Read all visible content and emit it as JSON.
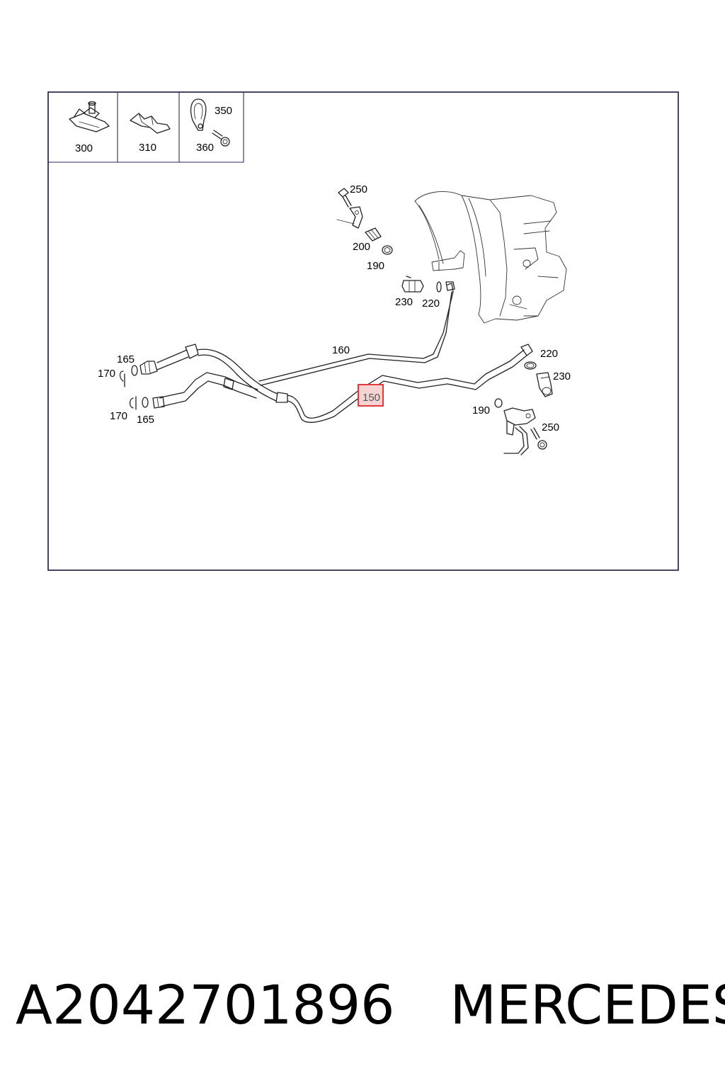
{
  "inset_parts": [
    {
      "label": "300"
    },
    {
      "label": "310"
    },
    {
      "label": "350"
    },
    {
      "label": "360"
    }
  ],
  "callouts": {
    "c250_top": "250",
    "c200": "200",
    "c190_top": "190",
    "c230_top": "230",
    "c220_top": "220",
    "c160": "160",
    "c165_top": "165",
    "c170_top": "170",
    "c170_bottom": "170",
    "c165_bottom": "165",
    "c150": "150",
    "c220_right": "220",
    "c230_right": "230",
    "c190_right": "190",
    "c250_right": "250"
  },
  "highlight": {
    "part": "150",
    "color": "#e23a3a",
    "fill": "#f7d4d4"
  },
  "footer": {
    "part_number": "A2042701896",
    "brand": "MERCEDES"
  }
}
